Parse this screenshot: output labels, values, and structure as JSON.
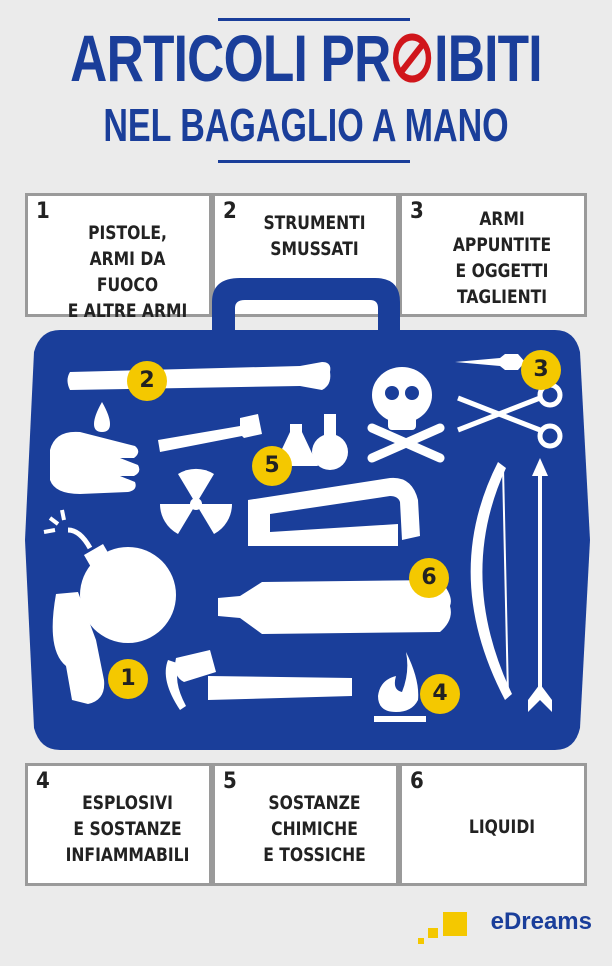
{
  "title": {
    "line1_a": "ARTICOLI PR",
    "line1_b": "IBITI",
    "line2": "NEL BAGAGLIO A MANO"
  },
  "categories": [
    {
      "num": "1",
      "label": "PISTOLE,\nARMI DA FUOCO\nE ALTRE ARMI"
    },
    {
      "num": "2",
      "label": "STRUMENTI\nSMUSSATI"
    },
    {
      "num": "3",
      "label": "ARMI\nAPPUNTITE\nE OGGETTI\nTAGLIENTI"
    },
    {
      "num": "4",
      "label": "ESPLOSIVI\nE SOSTANZE\nINFIAMMABILI"
    },
    {
      "num": "5",
      "label": "SOSTANZE\nCHIMICHE\nE TOSSICHE"
    },
    {
      "num": "6",
      "label": "LIQUIDI"
    }
  ],
  "badges": [
    "2",
    "3",
    "5",
    "6",
    "1",
    "4"
  ],
  "brand": {
    "name": "eDreams"
  },
  "colors": {
    "blue": "#1a3e9a",
    "yellow": "#f4c800",
    "red": "#d0161b",
    "bg": "#ebebeb"
  },
  "icons": [
    "baseball-bat-icon",
    "knife-icon",
    "skull-crossbones-icon",
    "scissors-icon",
    "hand-drop-icon",
    "razor-icon",
    "flasks-icon",
    "radiation-icon",
    "hacksaw-icon",
    "bomb-icon",
    "bow-icon",
    "arrow-icon",
    "bottle-icon",
    "pistol-icon",
    "hammer-icon",
    "fire-icon"
  ]
}
